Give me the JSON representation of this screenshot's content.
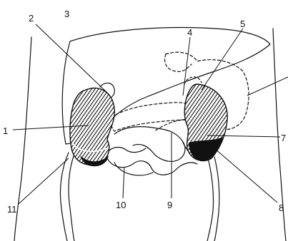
{
  "diagram": {
    "labels": [
      {
        "id": "1",
        "text": "1"
      },
      {
        "id": "2",
        "text": "2"
      },
      {
        "id": "3",
        "text": "3"
      },
      {
        "id": "4",
        "text": "4"
      },
      {
        "id": "5",
        "text": "5"
      },
      {
        "id": "6",
        "text": ""
      },
      {
        "id": "7",
        "text": "7"
      },
      {
        "id": "8",
        "text": "8"
      },
      {
        "id": "9",
        "text": "9"
      },
      {
        "id": "10",
        "text": "10"
      },
      {
        "id": "11",
        "text": "11"
      }
    ],
    "colors": {
      "ink": "#111111",
      "background": "#ffffff"
    }
  }
}
